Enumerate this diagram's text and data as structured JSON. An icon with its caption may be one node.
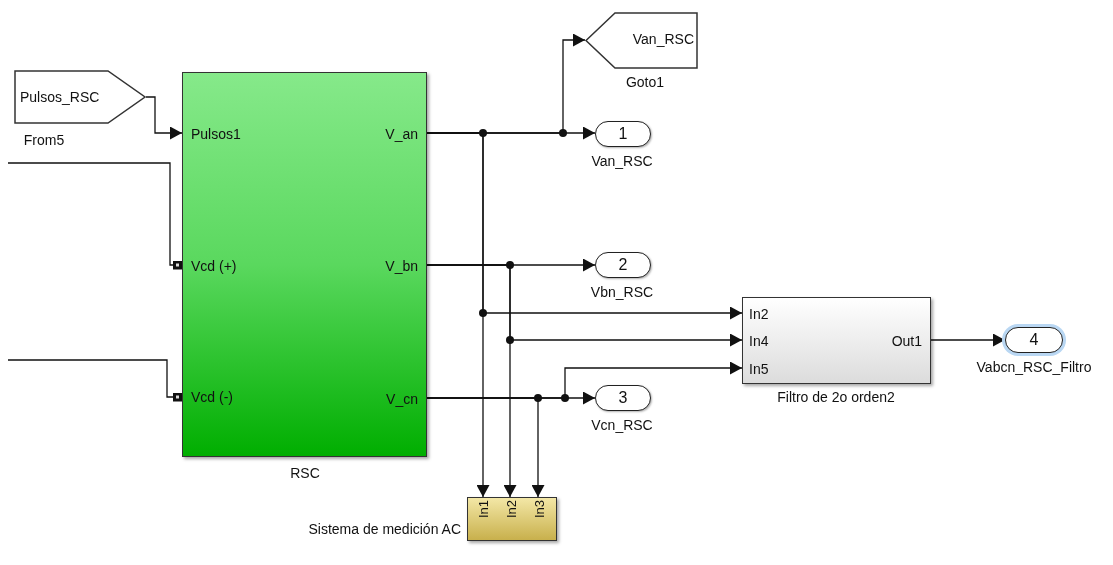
{
  "diagram": {
    "nodes": [
      {
        "text": [
          "Pulsos_RSC"
        ],
        "beside": [
          "From5"
        ]
      },
      {
        "text": [
          "Pulsos1",
          "Vcd (+)",
          "Vcd (-)",
          "V_an",
          "V_bn",
          "V_cn"
        ],
        "beside": [
          "RSC"
        ]
      },
      {
        "text": [
          "Van_RSC"
        ],
        "beside": [
          "Goto1"
        ]
      },
      {
        "text": [
          "1"
        ],
        "beside": [
          "Van_RSC"
        ]
      },
      {
        "text": [
          "2"
        ],
        "beside": [
          "Vbn_RSC"
        ]
      },
      {
        "text": [
          "In2",
          "In4",
          "In5",
          "Out1"
        ],
        "beside": [
          "Filtro de 2o orden2"
        ]
      },
      {
        "text": [
          "4"
        ],
        "beside": [
          "Vabcn_RSC_Filtro"
        ]
      },
      {
        "text": [
          "3"
        ],
        "beside": [
          "Vcn_RSC"
        ]
      },
      {
        "text": [
          "In1",
          "In2",
          "In3"
        ],
        "beside": [
          "Sistema de medición AC"
        ]
      }
    ],
    "edges": [
      {
        "from": 0,
        "to": 1,
        "arrow": "to"
      },
      {
        "from": null,
        "to": 1,
        "arrow": "other"
      },
      {
        "from": null,
        "to": 1,
        "arrow": "other"
      },
      {
        "from": 1,
        "to": 3,
        "arrow": "to"
      },
      {
        "from": 1,
        "to": 2,
        "arrow": "to"
      },
      {
        "from": 1,
        "to": 8,
        "arrow": "to"
      },
      {
        "from": 1,
        "to": 5,
        "arrow": "to"
      },
      {
        "from": 1,
        "to": 4,
        "arrow": "to"
      },
      {
        "from": 1,
        "to": 8,
        "arrow": "to"
      },
      {
        "from": 1,
        "to": 5,
        "arrow": "to"
      },
      {
        "from": 1,
        "to": 7,
        "arrow": "to"
      },
      {
        "from": 1,
        "to": 8,
        "arrow": "to"
      },
      {
        "from": 1,
        "to": 5,
        "arrow": "to"
      },
      {
        "from": 5,
        "to": 6,
        "arrow": "to"
      }
    ]
  }
}
